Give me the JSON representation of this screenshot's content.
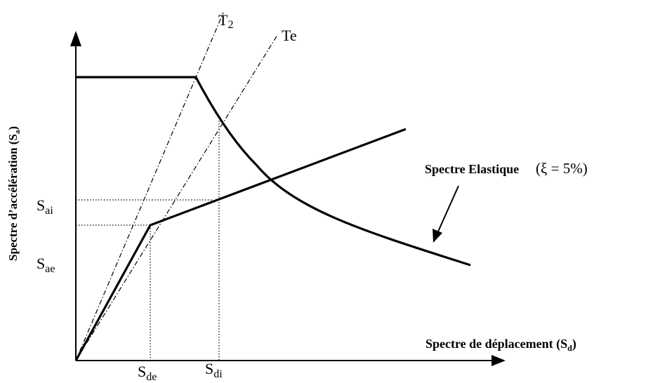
{
  "y_axis_title": {
    "main": "Spectre d’accélération (S",
    "sub": "a",
    "close": ")"
  },
  "x_axis_title": {
    "main": "Spectre de déplacement (S",
    "sub": "d",
    "close": ")"
  },
  "tick_labels": {
    "sai": {
      "main": "S",
      "sub": "ai"
    },
    "sae": {
      "main": "S",
      "sub": "ae"
    },
    "sde": {
      "main": "S",
      "sub": "de"
    },
    "sdi": {
      "main": "S",
      "sub": "di"
    }
  },
  "period_lines": {
    "t2": {
      "main": "T",
      "sub": "2"
    },
    "te": {
      "label": "Te"
    }
  },
  "elastic_spectrum_label": {
    "main": "Spectre Elastique",
    "formula": "(ξ = 5%)"
  }
}
